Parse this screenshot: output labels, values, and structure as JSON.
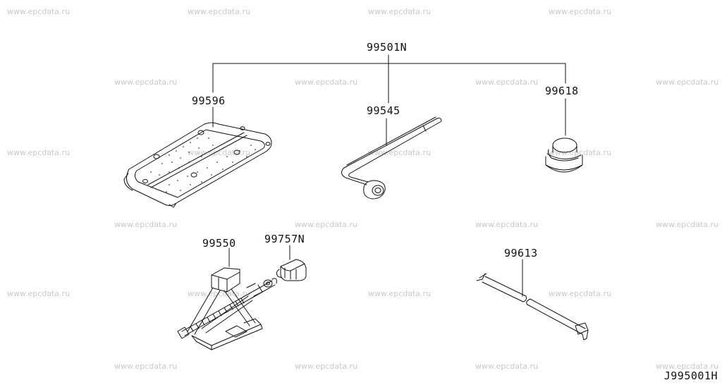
{
  "watermark": "www.epcdata.ru",
  "diagram_code": "J995001H",
  "callouts": {
    "kit": "99501N",
    "tray": "99596",
    "wrench": "99545",
    "cap": "99618",
    "jack": "99550",
    "jack_adapter": "99757N",
    "handle": "99613"
  },
  "colors": {
    "line": "#111111",
    "watermark": "#c8c8c8"
  }
}
